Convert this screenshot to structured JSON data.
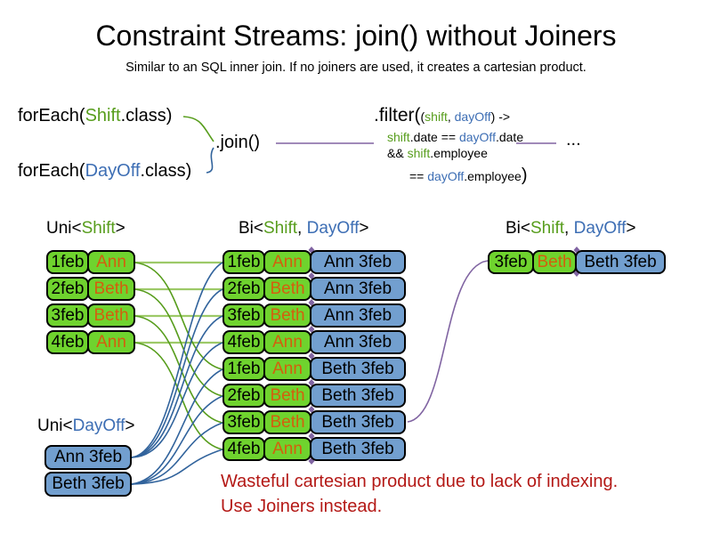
{
  "title": "Constraint Streams: join() without Joiners",
  "subtitle": "Similar to an SQL inner join. If no joiners are used, it creates a cartesian product.",
  "code": {
    "foreach_shift": {
      "fn": "forEach(",
      "type": "Shift",
      "rest": ".class)"
    },
    "foreach_dayoff": {
      "fn": "forEach(",
      "type": "DayOff",
      "rest": ".class)"
    },
    "join": ".join()",
    "filter": {
      "head": ".filter(",
      "p_open": "(",
      "arg1": "shift",
      "comma": ", ",
      "arg2": "dayOff",
      "arrow": ") ->",
      "l2_shift": "shift",
      "l2_mid": ".date == ",
      "l2_dayoff": "dayOff",
      "l2_end": ".date",
      "l3_and": "&& ",
      "l3_shift": "shift",
      "l3_end": ".employee",
      "l4_eq": "== ",
      "l4_dayoff": "dayOff",
      "l4_end": ".employee",
      "l4_close": ")"
    },
    "ellipsis": "..."
  },
  "headers": {
    "uni_shift": {
      "open": "Uni<",
      "type": "Shift",
      "close": ">"
    },
    "bi_mid": {
      "open": "Bi<",
      "t1": "Shift",
      "comma": ", ",
      "t2": "DayOff",
      "close": ">"
    },
    "bi_right": {
      "open": "Bi<",
      "t1": "Shift",
      "comma": ", ",
      "t2": "DayOff",
      "close": ">"
    },
    "uni_dayoff": {
      "open": "Uni<",
      "type": "DayOff",
      "close": ">"
    }
  },
  "shift_rows": [
    {
      "date": "1feb",
      "name": "Ann"
    },
    {
      "date": "2feb",
      "name": "Beth"
    },
    {
      "date": "3feb",
      "name": "Beth"
    },
    {
      "date": "4feb",
      "name": "Ann"
    }
  ],
  "joined_rows": [
    {
      "date": "1feb",
      "name": "Ann",
      "pair": "Ann 3feb"
    },
    {
      "date": "2feb",
      "name": "Beth",
      "pair": "Ann 3feb"
    },
    {
      "date": "3feb",
      "name": "Beth",
      "pair": "Ann 3feb"
    },
    {
      "date": "4feb",
      "name": "Ann",
      "pair": "Ann 3feb"
    },
    {
      "date": "1feb",
      "name": "Ann",
      "pair": "Beth 3feb"
    },
    {
      "date": "2feb",
      "name": "Beth",
      "pair": "Beth 3feb"
    },
    {
      "date": "3feb",
      "name": "Beth",
      "pair": "Beth 3feb"
    },
    {
      "date": "4feb",
      "name": "Ann",
      "pair": "Beth 3feb"
    }
  ],
  "filtered_rows": [
    {
      "date": "3feb",
      "name": "Beth",
      "pair": "Beth 3feb"
    }
  ],
  "dayoff_rows": [
    {
      "label": "Ann 3feb"
    },
    {
      "label": "Beth 3feb"
    }
  ],
  "note": {
    "line1": "Wasteful cartesian product due to lack of indexing.",
    "line2": "Use Joiners instead."
  },
  "colors": {
    "shift_green": "#579d1c",
    "dayoff_blue": "#3d6eb4",
    "box_green": "#6fd32e",
    "box_blue": "#729fcf",
    "employee_orange": "#d35f0e",
    "note_red": "#b41916",
    "line_purple": "#8064a2",
    "line_green": "#579d1c",
    "line_pale_green": "#9dc968",
    "line_blue": "#31639c"
  }
}
